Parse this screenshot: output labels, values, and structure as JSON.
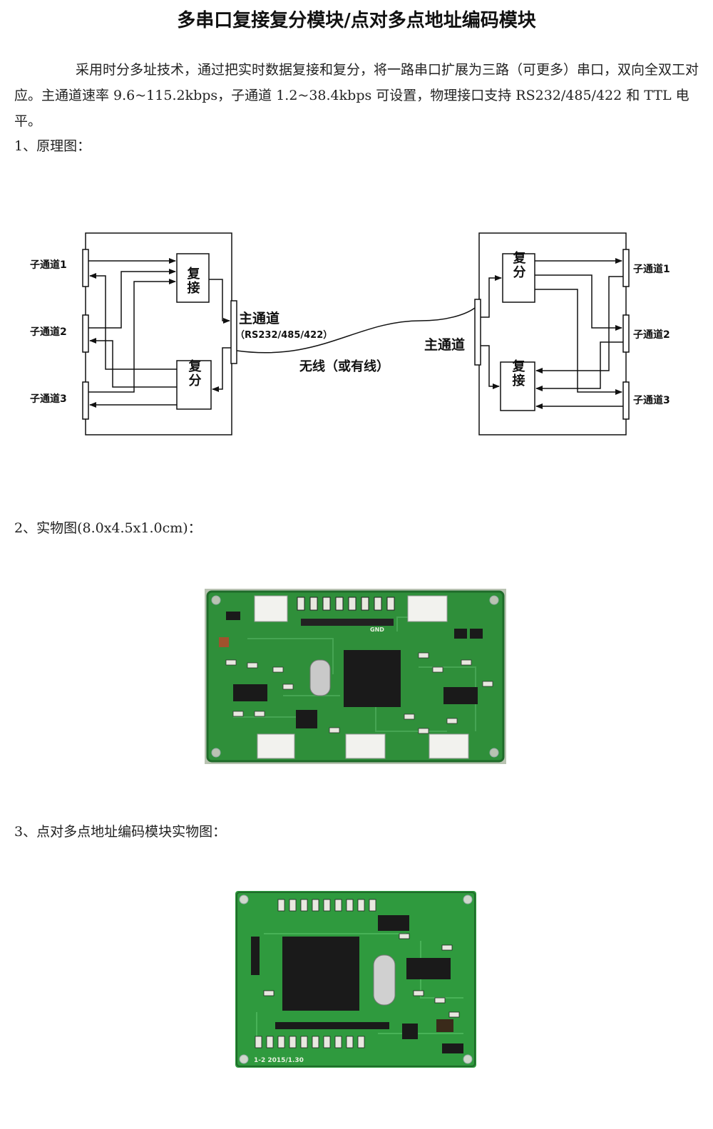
{
  "title": "多串口复接复分模块/点对多点地址编码模块",
  "intro": "采用时分多址技术，通过把实时数据复接和复分，将一路串口扩展为三路（可更多）串口，双向全双工对应。主通道速率 9.6~115.2kbps，子通道 1.2~38.4kbps 可设置，物理接口支持 RS232/485/422 和 TTL 电平。",
  "sections": {
    "schematic": "1、原理图：",
    "photo1": "2、实物图(8.0x4.5x1.0cm)：",
    "photo2": "3、点对多点地址编码模块实物图："
  },
  "diagram": {
    "left": {
      "channels": [
        "子通道1",
        "子通道2",
        "子通道3"
      ],
      "mux": "复接",
      "demux": "复分",
      "main": "主通道",
      "interface": "（RS232/485/422）"
    },
    "link": "无线（或有线）",
    "right": {
      "channels": [
        "子通道1",
        "子通道2",
        "子通道3"
      ],
      "demux": "复分",
      "mux": "复接",
      "main": "主通道"
    }
  },
  "photos": {
    "board1": {
      "silkscreen": "GND"
    },
    "board2": {
      "silkscreen": "1-2 2015/1.30"
    }
  },
  "colors": {
    "pcb_green": "#2f8f3a",
    "pcb_dark": "#1f6b2a",
    "chip": "#1a1a1a",
    "connector": "#f2f2ee"
  }
}
